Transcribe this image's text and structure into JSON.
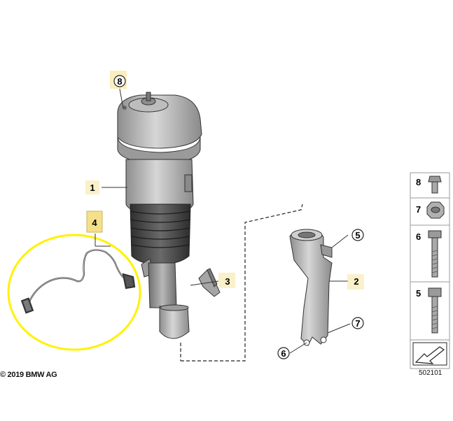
{
  "copyright": "© 2019 BMW AG",
  "diagram_number": "502101",
  "callouts": {
    "part_1": "1",
    "part_2": "2",
    "part_3": "3",
    "part_4": "4",
    "part_5": "5",
    "part_6": "6",
    "part_7": "7",
    "part_8": "8"
  },
  "legend": {
    "item_8": "8",
    "item_7": "7",
    "item_6": "6",
    "item_5": "5"
  },
  "colors": {
    "highlight_ellipse": "#fff200",
    "callout_highlight": "#f5e08a",
    "part_fill": "#a7a7a7",
    "bellows_fill": "#3f3f3f",
    "outline": "#222222"
  }
}
